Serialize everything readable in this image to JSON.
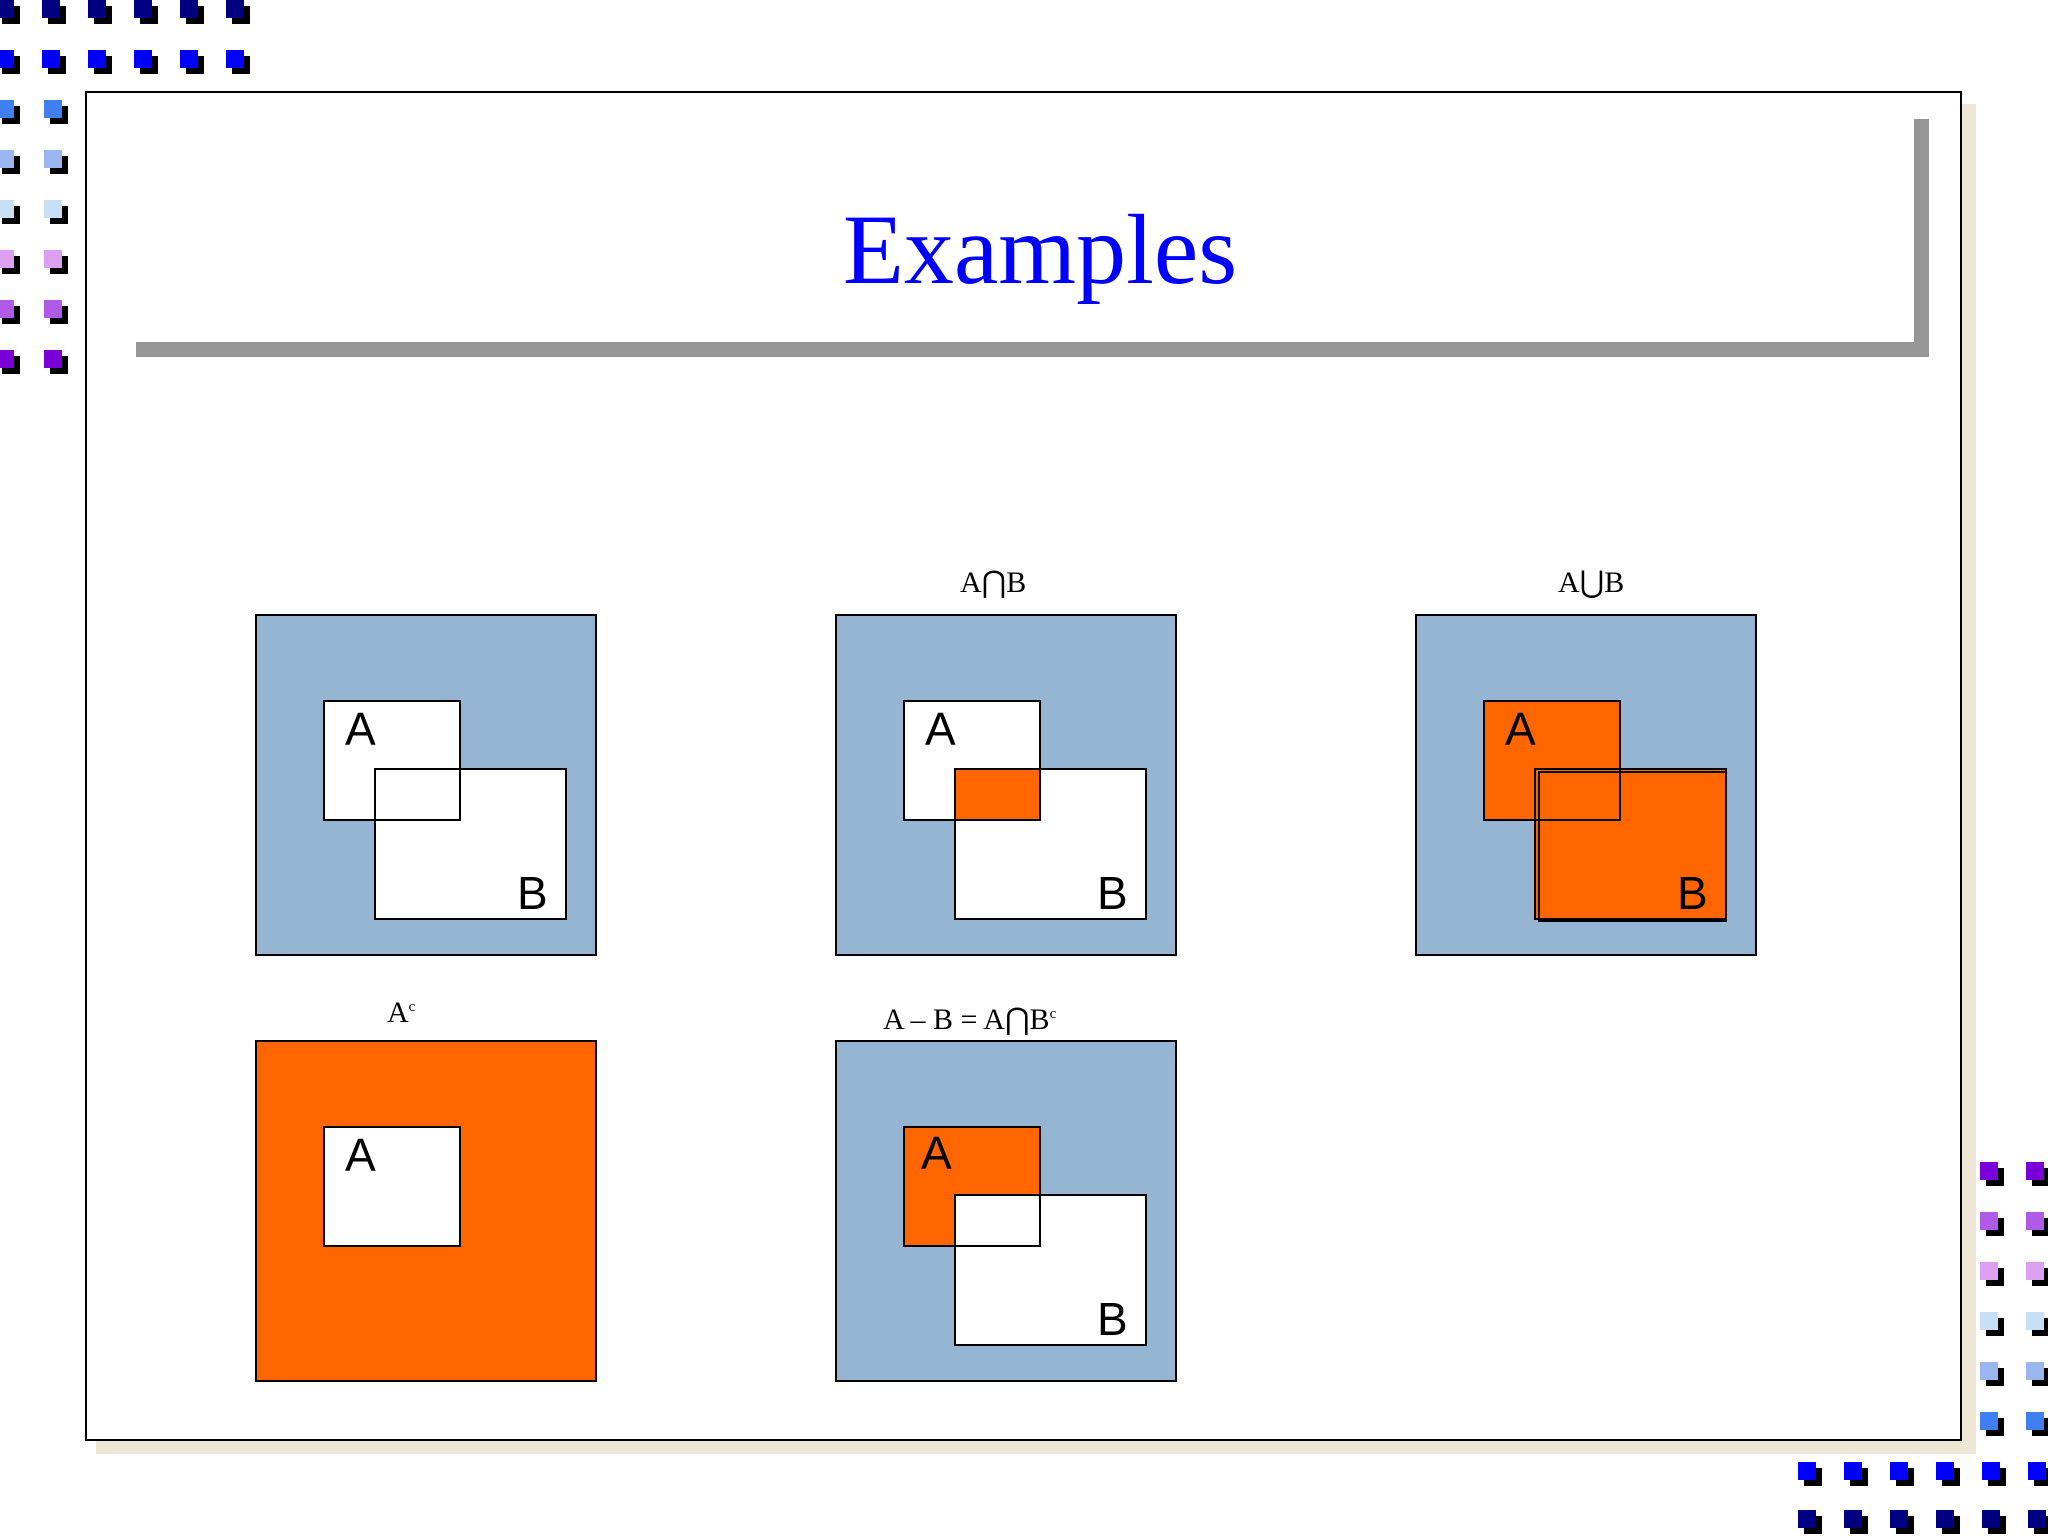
{
  "slide": {
    "title": "Examples"
  },
  "colors": {
    "universe": "#95b5d2",
    "highlight": "#ff6600",
    "title": "#0000ff",
    "titleBar": "#969696"
  },
  "diagrams": [
    {
      "id": "sets",
      "caption": "",
      "captionSup": "",
      "universe_fill": "universe",
      "a_fill": "white",
      "b_fill": "white",
      "overlap_fill": "none",
      "has_b": true
    },
    {
      "id": "intersection",
      "caption": "A⋂B",
      "captionSup": "",
      "universe_fill": "universe",
      "a_fill": "white",
      "b_fill": "white",
      "overlap_fill": "highlight",
      "has_b": true
    },
    {
      "id": "union",
      "caption": "A⋃B",
      "captionSup": "",
      "universe_fill": "universe",
      "a_fill": "highlight",
      "b_fill": "highlight",
      "overlap_fill": "none",
      "has_b": true
    },
    {
      "id": "complement",
      "caption": "A",
      "captionSup": "c",
      "universe_fill": "highlight",
      "a_fill": "white",
      "b_fill": "none",
      "overlap_fill": "none",
      "has_b": false
    },
    {
      "id": "difference",
      "caption": "A – B = A⋂B",
      "captionSup": "c",
      "universe_fill": "universe",
      "a_fill": "highlight",
      "b_fill": "white",
      "overlap_fill": "white",
      "has_b": true
    }
  ],
  "setLabels": {
    "a": "A",
    "b": "B"
  }
}
